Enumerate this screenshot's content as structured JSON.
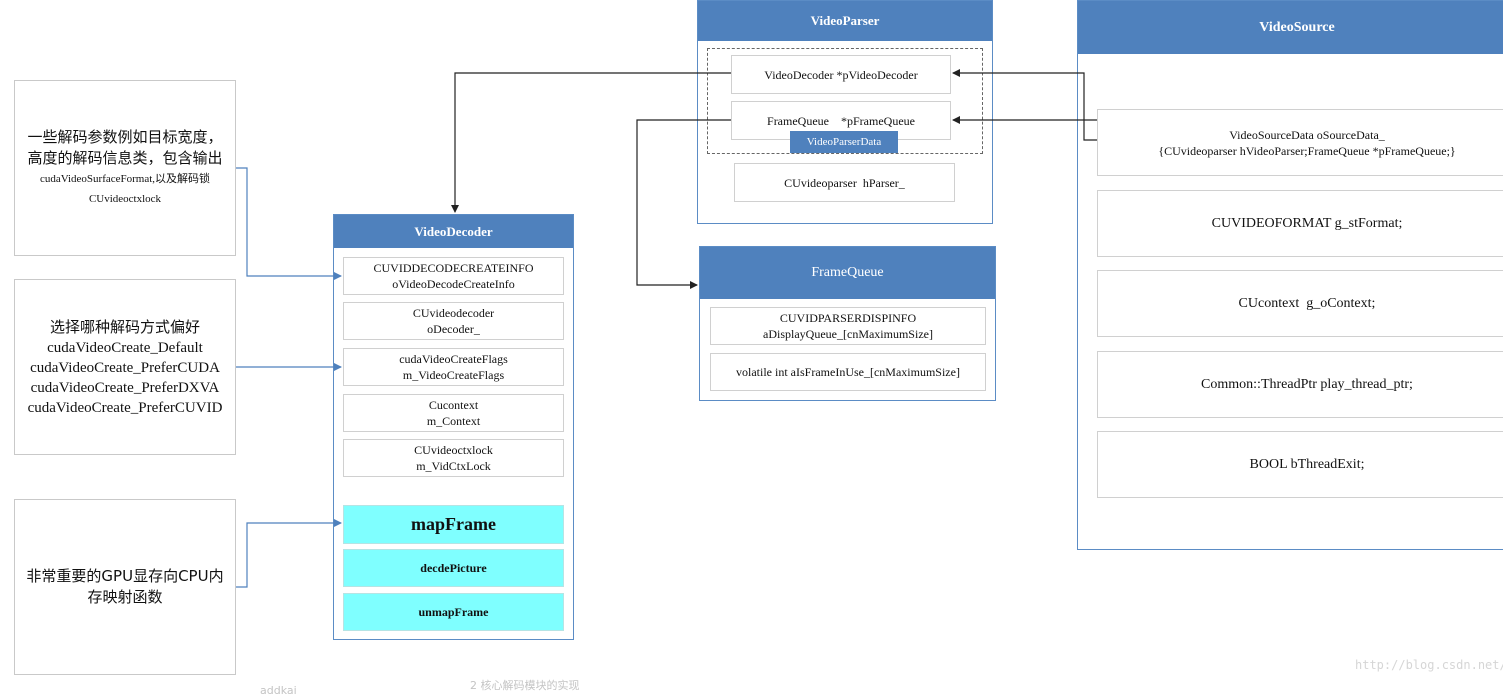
{
  "notes": {
    "decode_params": {
      "lines": [
        "一些解码参数例如目标宽度，",
        "高度的解码信息类，包含输出",
        "cudaVideoSurfaceFormat,以及解码锁",
        "CUvideoctxlock"
      ]
    },
    "decode_mode": {
      "lines": [
        "选择哪种解码方式偏好",
        "cudaVideoCreate_Default",
        "cudaVideoCreate_PreferCUDA",
        "cudaVideoCreate_PreferDXVA",
        "cudaVideoCreate_PreferCUVID"
      ]
    },
    "mapping": {
      "lines": [
        "非常重要的GPU显存向CPU内",
        "存映射函数"
      ]
    }
  },
  "video_decoder": {
    "title": "VideoDecoder",
    "fields": [
      {
        "line1": "CUVIDDECODECREATEINFO",
        "line2": "oVideoDecodeCreateInfo"
      },
      {
        "line1": "CUvideodecoder",
        "line2": "oDecoder_"
      },
      {
        "line1": "cudaVideoCreateFlags",
        "line2": "m_VideoCreateFlags"
      },
      {
        "line1": "Cucontext",
        "line2": "m_Context"
      },
      {
        "line1": "CUvideoctxlock",
        "line2": "m_VidCtxLock"
      }
    ],
    "methods": [
      "mapFrame",
      "decdePicture",
      "unmapFrame"
    ]
  },
  "video_parser": {
    "title": "VideoParser",
    "fields": [
      "VideoDecoder *pVideoDecoder",
      "FrameQueue    *pFrameQueue",
      "CUvideoparser  hParser_"
    ],
    "group_label": "VideoParserData"
  },
  "frame_queue": {
    "title": "FrameQueue",
    "fields": [
      {
        "line1": "CUVIDPARSERDISPINFO",
        "line2": "aDisplayQueue_[cnMaximumSize]"
      },
      {
        "line1": "volatile int aIsFrameInUse_[cnMaximumSize]",
        "line2": ""
      }
    ]
  },
  "video_source": {
    "title": "VideoSource",
    "fields": [
      {
        "line1": "VideoSourceData oSourceData_",
        "line2": "{CUvideoparser hVideoParser;FrameQueue *pFrameQueue;}"
      },
      {
        "line1": "CUVIDEOFORMAT g_stFormat;",
        "line2": ""
      },
      {
        "line1": "CUcontext  g_oContext;",
        "line2": ""
      },
      {
        "line1": "Common::ThreadPtr play_thread_ptr;",
        "line2": ""
      },
      {
        "line1": "BOOL bThreadExit;",
        "line2": ""
      }
    ]
  },
  "watermark": "http://blog.csdn.net/p",
  "background_fragments": [
    "addkai",
    "2 核心解码模块的实现"
  ],
  "colors": {
    "header": "#4f81bd",
    "method": "#7fffff",
    "border": "#5b8cc5"
  }
}
